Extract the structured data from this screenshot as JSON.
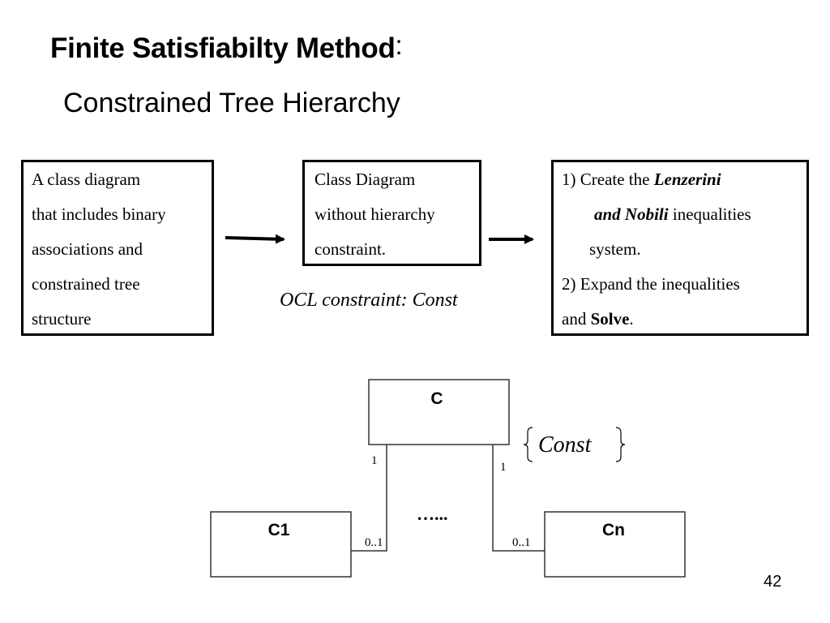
{
  "slide": {
    "title": "Finite Satisfiabilty Method",
    "title_colon": ":",
    "subtitle": "Constrained Tree Hierarchy",
    "page_number": "42"
  },
  "flow": {
    "box_left_lines": [
      "A class diagram",
      "that includes binary",
      "associations and",
      "constrained tree",
      "structure"
    ],
    "box_mid_lines": [
      "Class Diagram",
      "without hierarchy",
      "constraint."
    ],
    "ocl_label": "OCL constraint: Const",
    "box_right": {
      "line1_prefix": "1) Create the ",
      "line1_em": "Lenzerini",
      "line2_em": "and Nobili",
      "line2_suffix": " inequalities",
      "line3": "system.",
      "line4": "2) Expand the  inequalities",
      "line5_prefix": "and ",
      "line5_bold": "Solve",
      "line5_suffix": "."
    }
  },
  "uml": {
    "class_top": "C",
    "class_left": "C1",
    "class_right": "Cn",
    "constraint_label": "Const",
    "mult_top_left": "1",
    "mult_top_right": "1",
    "mult_bottom_left": "0..1",
    "mult_bottom_right": "0..1",
    "ellipsis": "…..."
  }
}
